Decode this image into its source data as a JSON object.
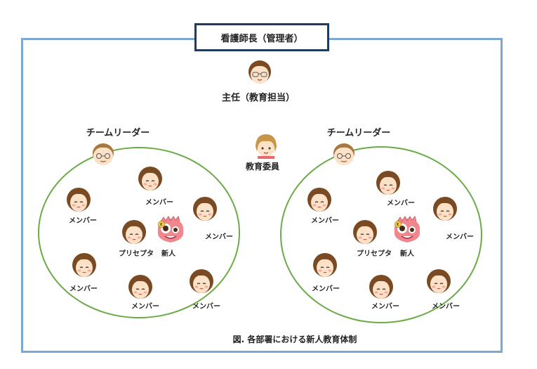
{
  "diagram": {
    "title": "看護師長（管理者）",
    "chief": "主任（教育担当）",
    "committee": "教育委員",
    "caption": "図.  各部署における新人教育体制",
    "team_leader": "チームリーダー",
    "member": "メンバー",
    "preceptor": "プリセプタ",
    "newcomer": "新人"
  }
}
